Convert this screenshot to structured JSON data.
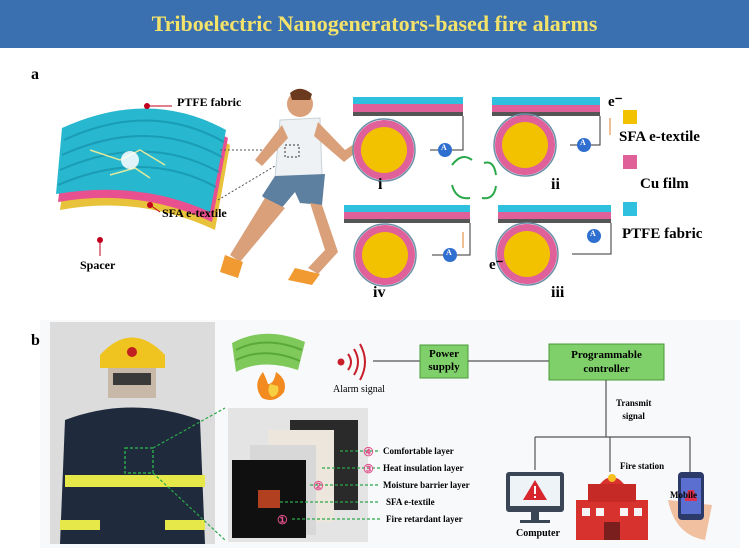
{
  "title": "Triboelectric Nanogenerators-based fire alarms",
  "panel_a": {
    "label": "a",
    "fabric_labels": {
      "ptfe": "PTFE fabric",
      "sfa": "SFA e-textile",
      "spacer": "Spacer"
    },
    "stages": [
      "i",
      "ii",
      "iii",
      "iv"
    ],
    "ammeter": "A",
    "electron": "e⁻",
    "legend": [
      {
        "label": "SFA e-textile",
        "color": "#f2c200"
      },
      {
        "label": "Cu film",
        "color": "#e0609a"
      },
      {
        "label": "PTFE fabric",
        "color": "#2fc0e0"
      }
    ]
  },
  "panel_b": {
    "label": "b",
    "alarm_signal": "Alarm signal",
    "power_supply": [
      "Power",
      "supply"
    ],
    "controller": [
      "Programmable",
      "controller"
    ],
    "transmit": [
      "Transmit",
      "signal"
    ],
    "fire_station": "Fire station",
    "mobile": "Mobile",
    "computer": "Computer",
    "layers": [
      {
        "num": "④",
        "label": "Comfortable layer"
      },
      {
        "num": "③",
        "label": "Heat insulation layer"
      },
      {
        "num": "②",
        "label": "Moisture barrier layer"
      },
      {
        "num": "",
        "label": "SFA e-textile"
      },
      {
        "num": "①",
        "label": "Fire retardant layer"
      }
    ]
  }
}
